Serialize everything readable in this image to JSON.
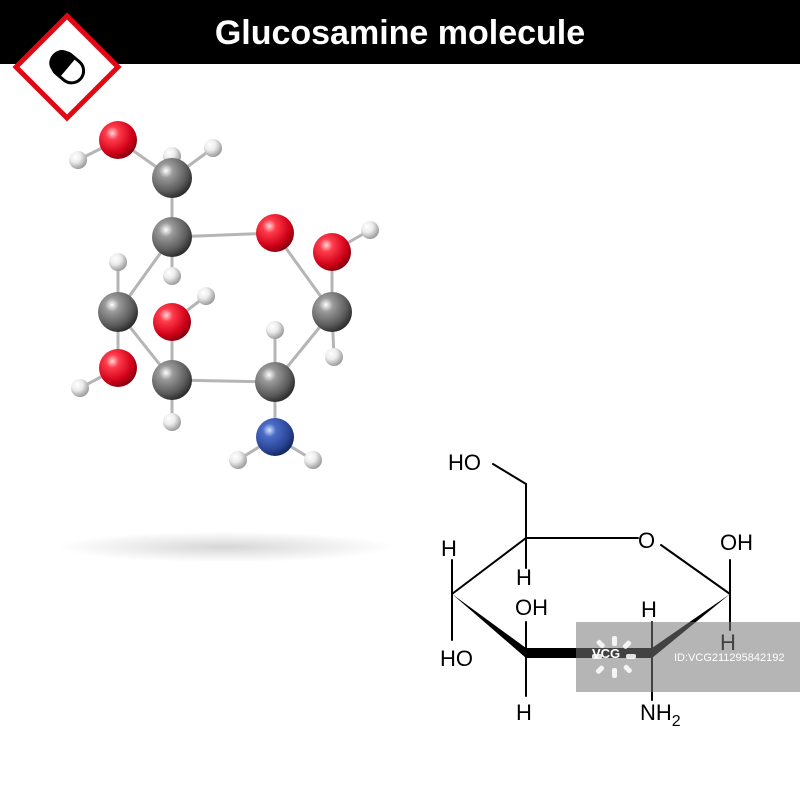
{
  "header": {
    "title": "Glucosamine molecule",
    "background_color": "#000000",
    "text_color": "#ffffff"
  },
  "badge": {
    "icon": "capsule-pill-icon",
    "border_color": "#e30613"
  },
  "ball_stick_model": {
    "atom_colors": {
      "oxygen": "#e8102a",
      "carbon": "#7a7a7a",
      "nitrogen": "#2d4fa8",
      "hydrogen": "#e8e8e8"
    }
  },
  "structural_formula": {
    "labels": {
      "ho_top": "HO",
      "ring_o": "O",
      "oh_right": "OH",
      "h_left": "H",
      "h_c5": "H",
      "oh_c3": "OH",
      "h_c2": "H",
      "ho_c4": "HO",
      "h_c1": "H",
      "h_c3": "H",
      "nh2_n": "NH",
      "nh2_sub": "2"
    }
  },
  "watermark": {
    "logo_text": "VCG",
    "id_text": "ID:VCG211295842192"
  }
}
